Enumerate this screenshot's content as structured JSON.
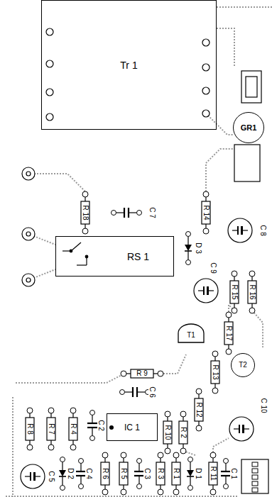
{
  "diagram": {
    "nodes": [
      {
        "text": [
          "Tr 1"
        ]
      },
      {
        "text": [
          "GR1"
        ]
      },
      {
        "text": [
          "RS 1"
        ]
      },
      {
        "text": [
          "T1"
        ]
      },
      {
        "text": [
          "T2"
        ]
      },
      {
        "text": [
          "IC 1"
        ]
      }
    ],
    "labels": [
      "R 18",
      "C 7",
      "R 14",
      "D 3",
      "C 8",
      "C 9",
      "R 15",
      "R 16",
      "R 17",
      "C 10",
      "R 9",
      "C 6",
      "R 13",
      "R 12",
      "R 8",
      "R 7",
      "R 4",
      "C 2",
      "R 10",
      "R 2",
      "C 5",
      "D 2",
      "C 4",
      "R 6",
      "R 5",
      "C 3",
      "R 3",
      "R 1",
      "D 1",
      "R 11",
      "C 1"
    ]
  }
}
